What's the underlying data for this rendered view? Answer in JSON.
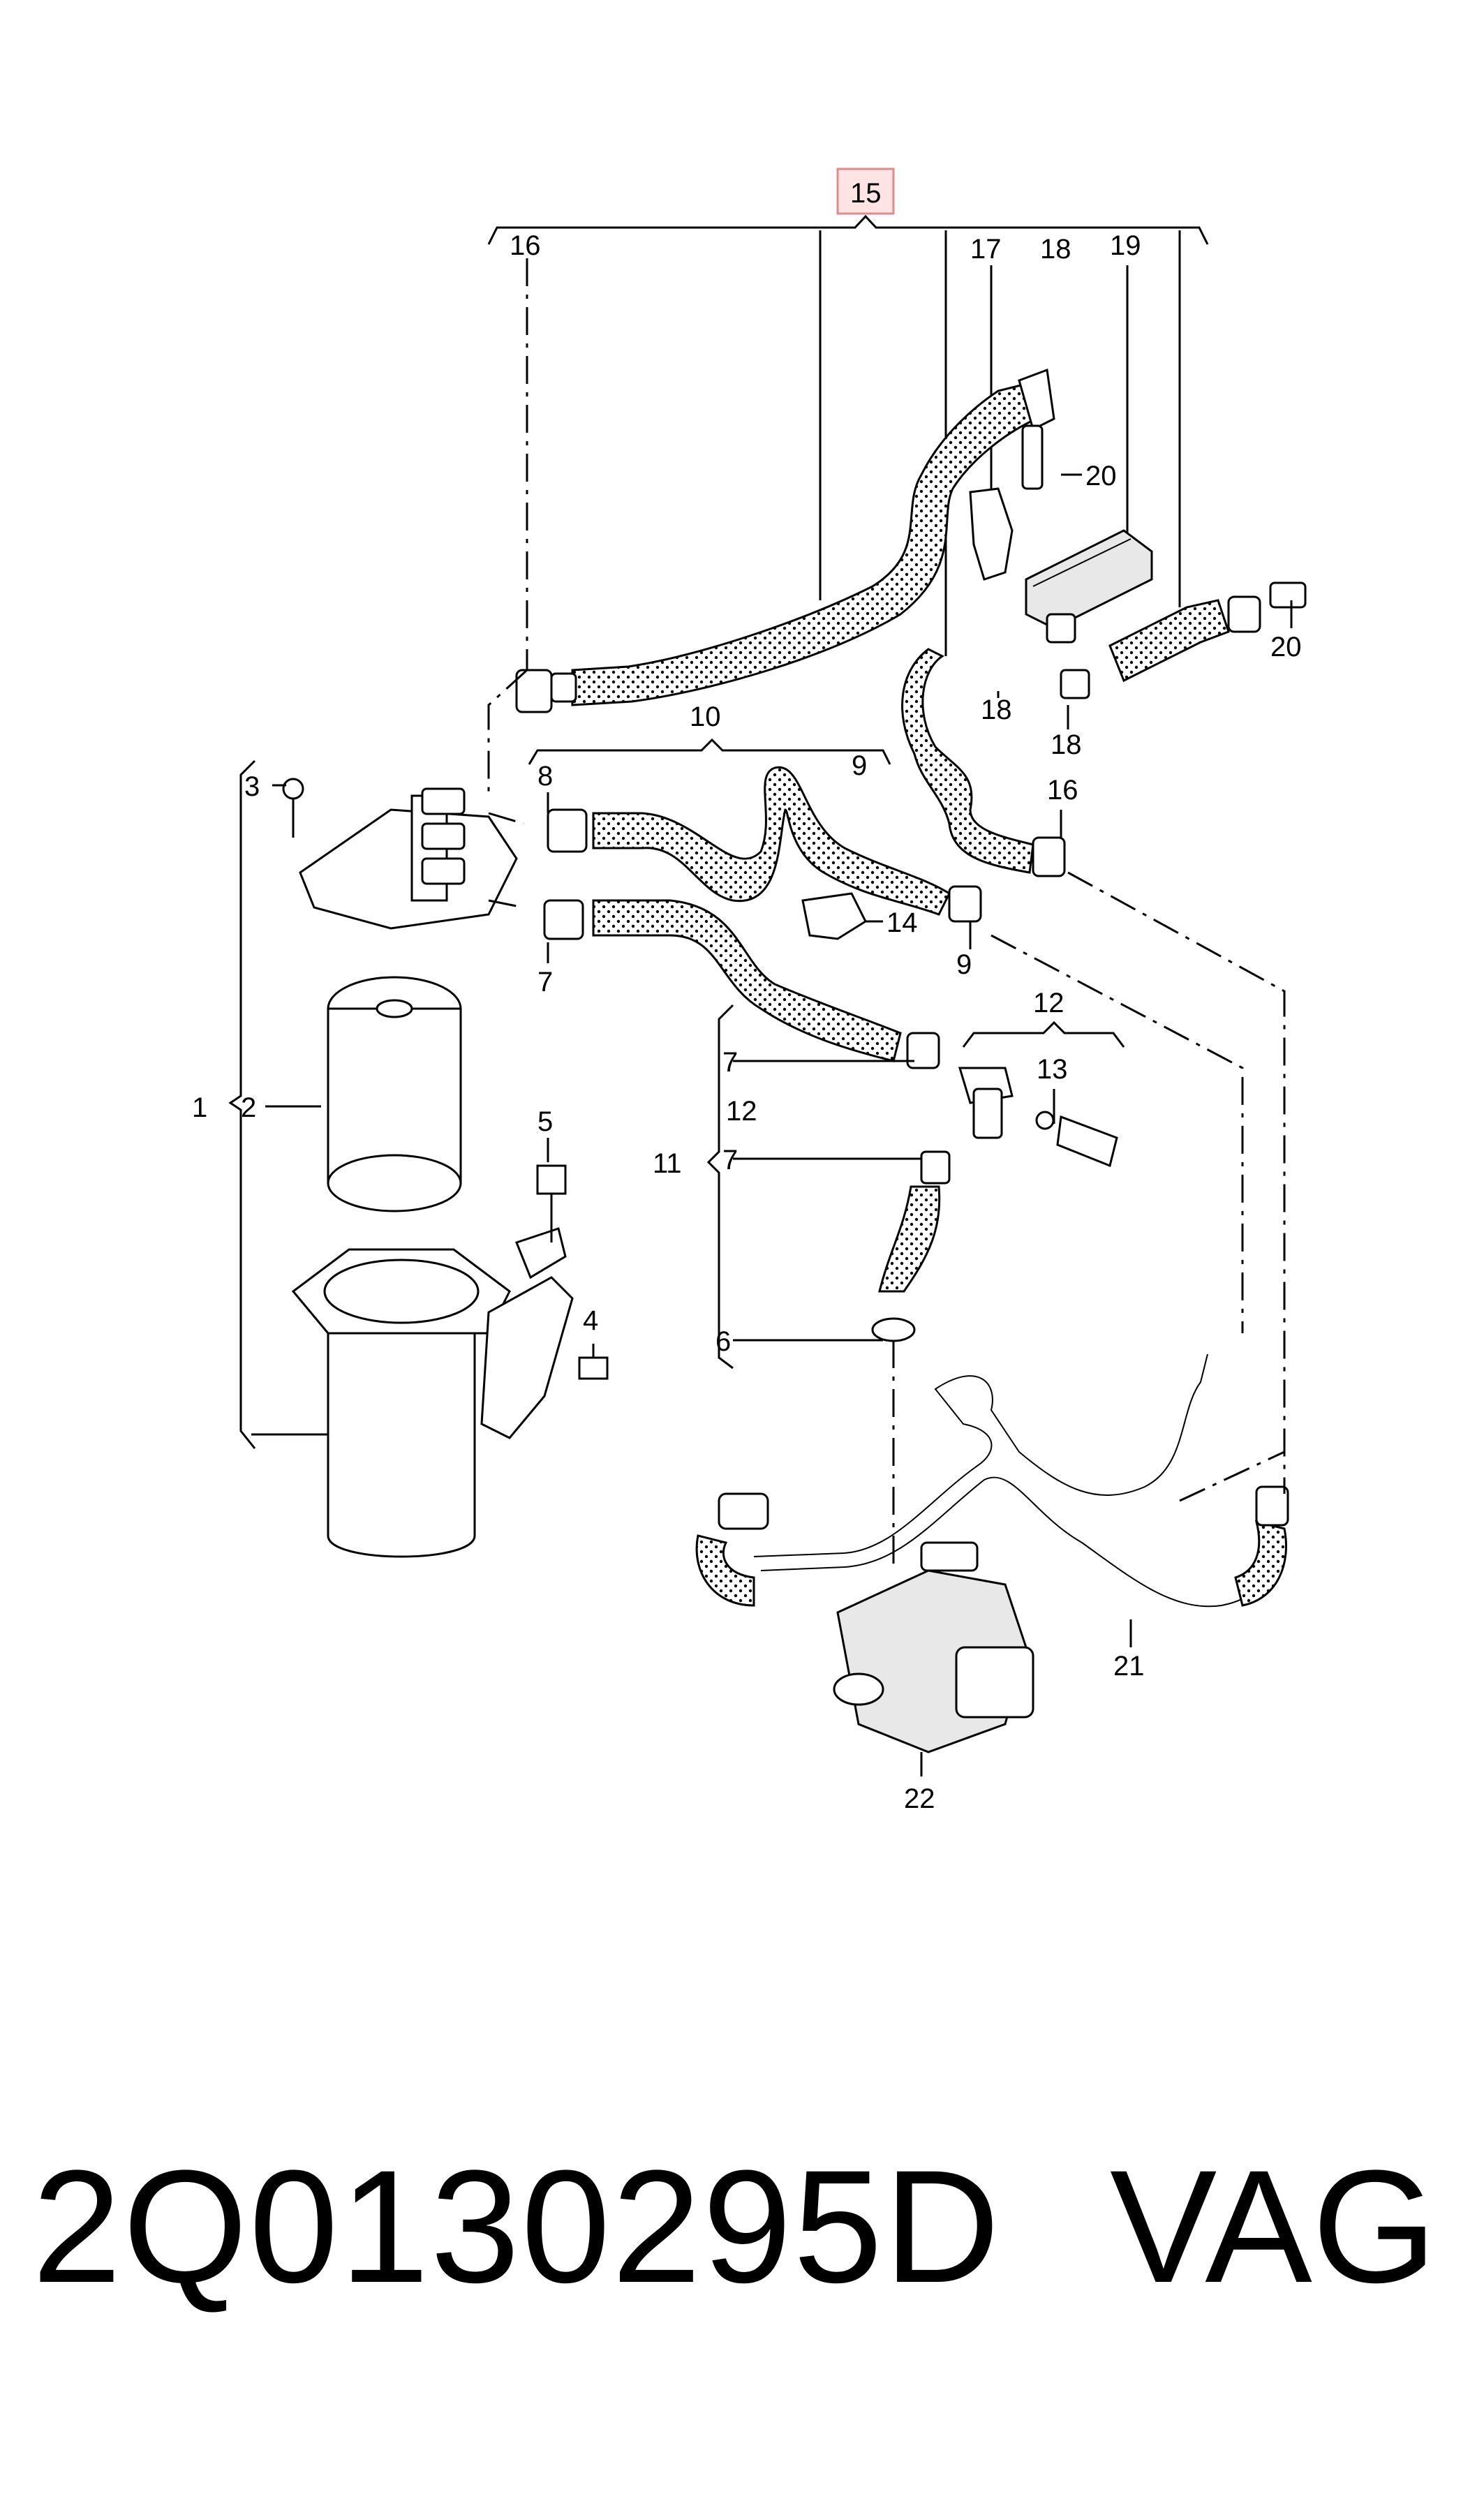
{
  "diagram": {
    "callouts": {
      "c1": "1",
      "c2": "2",
      "c3": "3",
      "c4": "4",
      "c5": "5",
      "c6": "6",
      "c7a": "7",
      "c7b": "7",
      "c7c": "7",
      "c8": "8",
      "c9a": "9",
      "c9b": "9",
      "c10": "10",
      "c11": "11",
      "c12a": "12",
      "c12b": "12",
      "c13": "13",
      "c14": "14",
      "c15": "15",
      "c16a": "16",
      "c16b": "16",
      "c17": "17",
      "c18a": "18",
      "c18b": "18",
      "c18c": "18",
      "c19": "19",
      "c20a": "20",
      "c20b": "20",
      "c21": "21",
      "c22": "22"
    }
  },
  "footer": {
    "part_number": "2Q0130295D",
    "brand": "VAG"
  }
}
